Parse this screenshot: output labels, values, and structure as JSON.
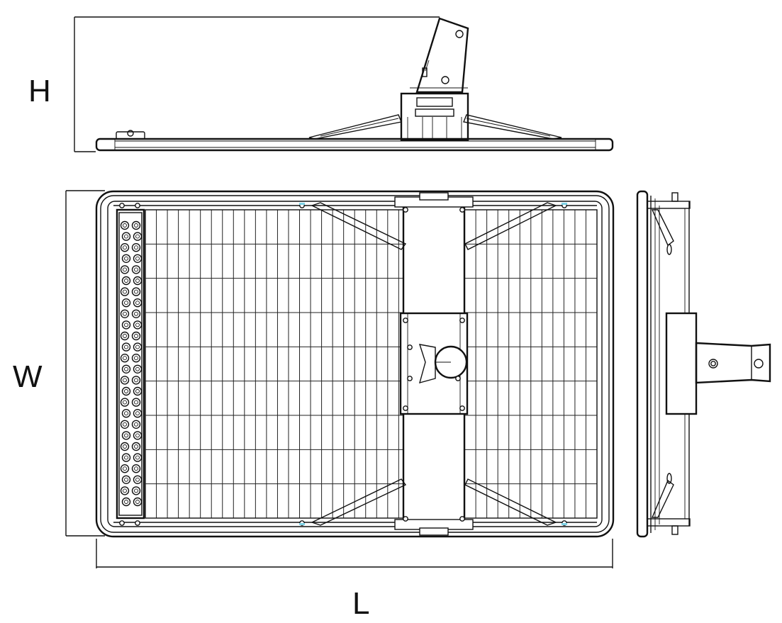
{
  "labels": {
    "height": "H",
    "width": "W",
    "length": "L"
  },
  "colors": {
    "line": "#111111",
    "background": "#ffffff",
    "accent": "#7fd3e6"
  },
  "grid": {
    "columns": 41,
    "rows": 9
  },
  "icons": {
    "bolt": "hex-bolt-icon",
    "pole": "pole-clamp-icon"
  }
}
